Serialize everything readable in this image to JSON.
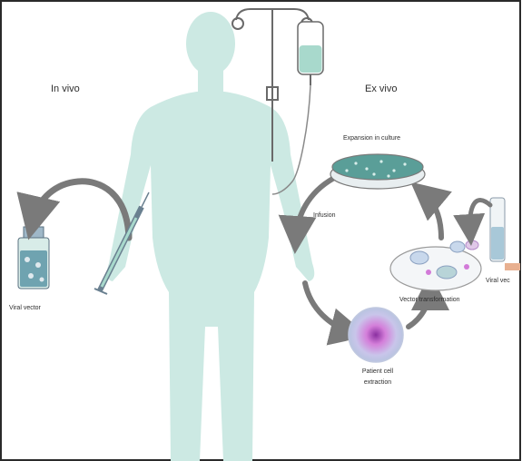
{
  "labels": {
    "in_vivo": "In vivo",
    "ex_vivo": "Ex vivo",
    "viral_vector_left": "Viral vector",
    "expansion": "Expansion in culture",
    "infusion": "Infusion",
    "vector_transformation": "Vector transformation",
    "viral_vector_right": "Viral vec",
    "patient_cell_line1": "Patient cell",
    "patient_cell_line2": "extraction"
  },
  "colors": {
    "body": "#cce9e3",
    "arrow": "#7a7a7a",
    "fluid": "#a8d9cc",
    "dish_cells": "#5a9e98",
    "cell_outer": "#c8d0e8",
    "cell_inner": "#d27ad8",
    "cell_core": "#a24ab3",
    "frame": "#2a2a2a"
  }
}
